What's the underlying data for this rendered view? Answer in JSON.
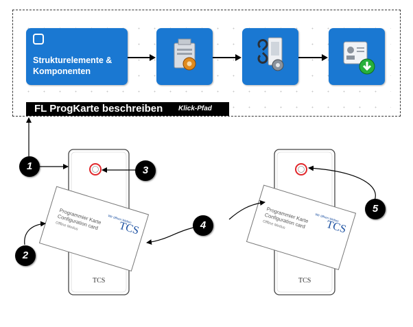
{
  "flow": {
    "steps": [
      {
        "label": "Strukturelemente &\nKomponenten",
        "icon": "hollow-square-icon"
      },
      {
        "label": "",
        "icon": "device-gear-icon"
      },
      {
        "label": "",
        "icon": "link-device-gear-icon"
      },
      {
        "label": "",
        "icon": "id-card-download-icon"
      }
    ]
  },
  "title_bar": {
    "main": "FL ProgKarte beschreiben",
    "sub": "Klick-Pfad"
  },
  "badges": [
    "1",
    "2",
    "3",
    "4",
    "5"
  ],
  "card": {
    "line1": "Programmier Karte",
    "line2": "Configuration card",
    "line3": "Offline Modus",
    "logo_small": "Wir öffnen Welten",
    "logo": "TCS"
  },
  "reader": {
    "logo": "TCS"
  },
  "colors": {
    "tile": "#1a78d2",
    "badge": "#000000",
    "led_ring": "#e0262a"
  }
}
